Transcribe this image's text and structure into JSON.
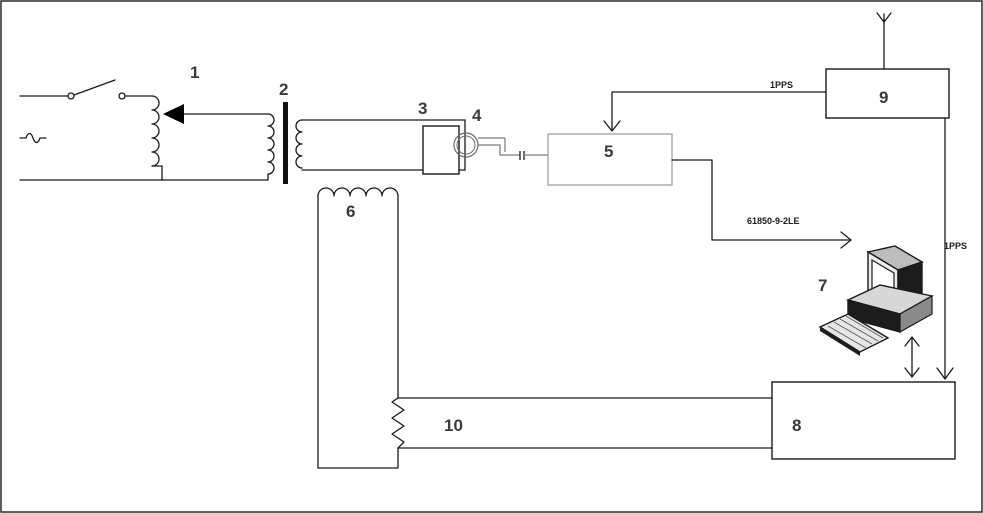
{
  "labels": {
    "n1": "1",
    "n2": "2",
    "n3": "3",
    "n4": "4",
    "n5": "5",
    "n6": "6",
    "n7": "7",
    "n8": "8",
    "n9": "9",
    "n10": "10"
  },
  "signals": {
    "pps_top": "1PPS",
    "pps_right": "1PPS",
    "protocol": "61850-9-2LE"
  },
  "icons": {
    "source": "ac-source-icon",
    "switch": "switch-icon",
    "antenna": "antenna-icon",
    "computer": "computer-icon",
    "resistor": "resistor-icon"
  }
}
